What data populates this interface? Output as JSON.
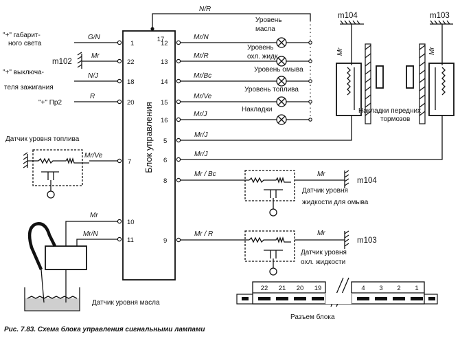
{
  "caption": "Рис. 7.83. Схема блока управления сигнальными лампами",
  "unit": {
    "name": "Блок управления"
  },
  "top_wire": {
    "label": "N/R",
    "pin": "17"
  },
  "left_inputs": [
    {
      "label_lines": [
        "\"+\" габарит-",
        "ного света"
      ],
      "wire": "G/N",
      "pin": "1"
    },
    {
      "ground": "m102",
      "wire": "Mr",
      "pin": "22"
    },
    {
      "label_lines": [
        "\"+\" выключа-",
        "теля зажигания"
      ],
      "wire": "N/J",
      "pin": "18"
    },
    {
      "label_lines": [
        "\"+\" Пр2"
      ],
      "wire": "R",
      "pin": "20"
    }
  ],
  "fuel_sensor": {
    "label": "Датчик уровня топлива",
    "wire": "Mr/Ve",
    "pin": "7"
  },
  "oil_sensor": {
    "label": "Датчик уровня масла",
    "wires": [
      {
        "wire": "Mr",
        "pin": "10"
      },
      {
        "wire": "Mr/N",
        "pin": "11"
      }
    ]
  },
  "lamps": [
    {
      "pin": "12",
      "wire": "Mr/N",
      "label_lines": [
        "Уровень",
        "масла"
      ]
    },
    {
      "pin": "13",
      "wire": "Mr/R",
      "label_lines": [
        "Уровень",
        "охл. жидк"
      ]
    },
    {
      "pin": "14",
      "wire": "Mr/Bc",
      "label_lines": [
        "Уровень омыва"
      ]
    },
    {
      "pin": "15",
      "wire": "Mr/Ve",
      "label_lines": [
        "Уровень топлива"
      ]
    },
    {
      "pin": "16",
      "wire": "Mr/J",
      "label_lines": [
        "Накладки"
      ]
    }
  ],
  "brake_wires": [
    {
      "pin": "5",
      "wire": "Mr/J"
    },
    {
      "pin": "6",
      "wire": "Mr/J"
    }
  ],
  "brake_pads": {
    "label_lines": [
      "Накладки передних",
      "тормозов"
    ],
    "grounds": [
      "m104",
      "m103"
    ],
    "wire": "Mr"
  },
  "washer_sensor": {
    "pin": "8",
    "wire": "Mr / Bc",
    "ground_wire": "Mr",
    "ground": "m104",
    "label_lines": [
      "Датчик уровня",
      "жидкости для омыва"
    ]
  },
  "coolant_sensor": {
    "pin": "9",
    "wire": "Mr / R",
    "ground_wire": "Mr",
    "ground": "m103",
    "label_lines": [
      "Датчик уровня",
      "охл. жидкости"
    ]
  },
  "connector": {
    "label": "Разъем блока",
    "pins_left": [
      "22",
      "21",
      "20",
      "19"
    ],
    "pins_right": [
      "4",
      "3",
      "2",
      "1"
    ]
  }
}
